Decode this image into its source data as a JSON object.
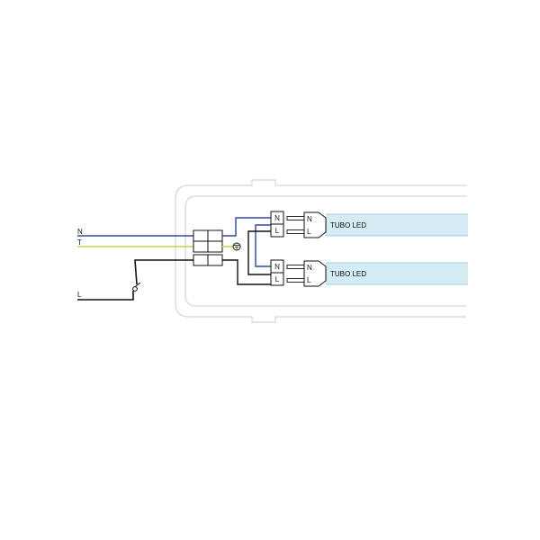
{
  "wires": {
    "neutral_label": "N",
    "earth_label": "T",
    "line_label": "L"
  },
  "terminals": {
    "top": {
      "n_label": "N",
      "l_label": "L"
    },
    "bottom": {
      "n_label": "N",
      "l_label": "L"
    }
  },
  "tubes": [
    {
      "label": "TUBO LED",
      "n_label": "N",
      "l_label": "L"
    },
    {
      "label": "TUBO LED",
      "n_label": "N",
      "l_label": "L"
    }
  ],
  "colors": {
    "neutral": "#2b4aa0",
    "earth": "#c8d24a",
    "line": "#111111",
    "housing": "#d6d6d6",
    "tube_fill": "#d4ecf3",
    "tube_edge": "#8fc4d6"
  }
}
